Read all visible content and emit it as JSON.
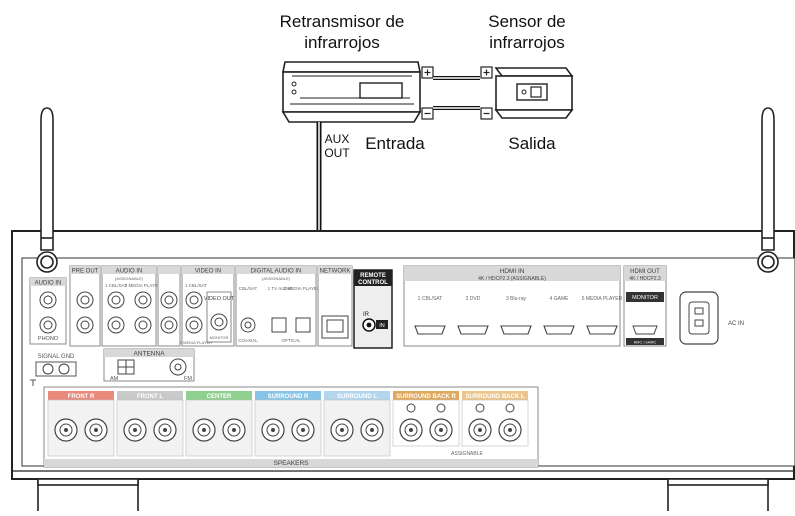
{
  "labels": {
    "ir_retransmitter_line1": "Retransmisor de",
    "ir_retransmitter_line2": "infrarrojos",
    "ir_sensor_line1": "Sensor de",
    "ir_sensor_line2": "infrarrojos",
    "input": "Entrada",
    "output": "Salida",
    "aux_out_line1": "AUX",
    "aux_out_line2": "OUT",
    "plus": "+",
    "minus": "−"
  },
  "receiver": {
    "pre_out": "PRE OUT",
    "audio_in": "AUDIO IN",
    "assignable": "(ASSIGNABLE)",
    "audio_in_src1": "1 CBL/SAT",
    "audio_in_src2": "2 MEDIA PLAYER",
    "audio_in_side": "AUDIO IN",
    "phono": "PHONO",
    "signal_gnd": "SIGNAL GND",
    "video_in": "VIDEO IN",
    "video_cbl": "1 CBL/SAT",
    "video_media": "2 MEDIA PLAYER",
    "video_out": "VIDEO OUT",
    "monitor_small": "MONITOR",
    "digital_audio_in": "DIGITAL AUDIO IN",
    "digital_cbl": "CBL/SAT",
    "digital_tv": "1 TV AUDIO",
    "digital_media": "2 MEDIA PLAYER",
    "coaxial": "COAXIAL",
    "optical": "OPTICAL",
    "network": "NETWORK",
    "remote_control_line1": "REMOTE",
    "remote_control_line2": "CONTROL",
    "ir": "IR",
    "ir_in": "IN",
    "hdmi_in_line1": "HDMI IN",
    "hdmi_in_line2": "4K / HDCP2.3 (ASSIGNABLE)",
    "hdmi_in_ports": [
      "1 CBL/SAT",
      "2 DVD",
      "3 Blu-ray",
      "4 GAME",
      "5 MEDIA PLAYER"
    ],
    "hdmi_out_line1": "HDMI OUT",
    "hdmi_out_line2": "4K / HDCP2.3",
    "monitor": "MONITOR",
    "arc": "ARC / eARC",
    "ac_in": "AC IN",
    "antenna": "ANTENNA",
    "am": "AM",
    "fm": "FM",
    "speaker_groups": [
      "FRONT R",
      "FRONT L",
      "CENTER",
      "SURROUND R",
      "SURROUND L",
      "SURROUND BACK R",
      "SURROUND BACK L"
    ],
    "assignable_bottom": "ASSIGNABLE",
    "speakers": "SPEAKERS"
  },
  "colors": {
    "front_r": "#e8897a",
    "front_l": "#c9c9c9",
    "center": "#8fcf8f",
    "surround_r": "#86c5e8",
    "surround_l": "#b3d6ee",
    "surround_back_r": "#e0a85c",
    "surround_back_l": "#edc48a",
    "label_box": "#d8d8d8",
    "remote_box": "#eeeeee"
  }
}
